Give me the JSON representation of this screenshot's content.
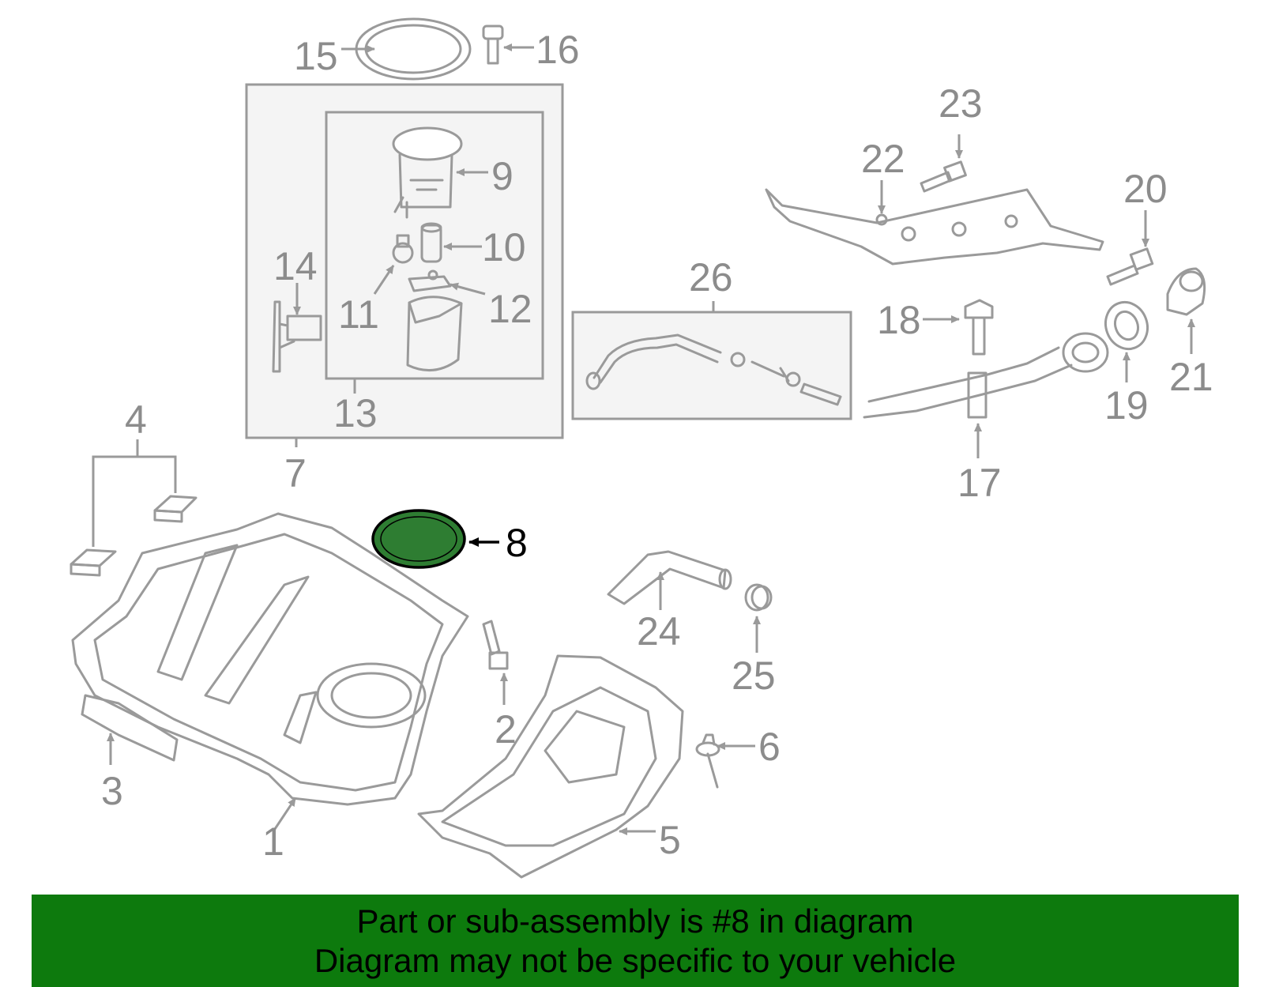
{
  "diagram": {
    "callouts": [
      "1",
      "2",
      "3",
      "4",
      "5",
      "6",
      "7",
      "8",
      "9",
      "10",
      "11",
      "12",
      "13",
      "14",
      "15",
      "16",
      "17",
      "18",
      "19",
      "20",
      "21",
      "22",
      "23",
      "24",
      "25",
      "26"
    ],
    "highlighted_part": "8",
    "highlight_color": "#2e7d32",
    "banner_color": "#0d7a0d"
  },
  "banner": {
    "line1": "Part or sub-assembly is #8 in diagram",
    "line2": "Diagram may not be specific to your vehicle"
  }
}
